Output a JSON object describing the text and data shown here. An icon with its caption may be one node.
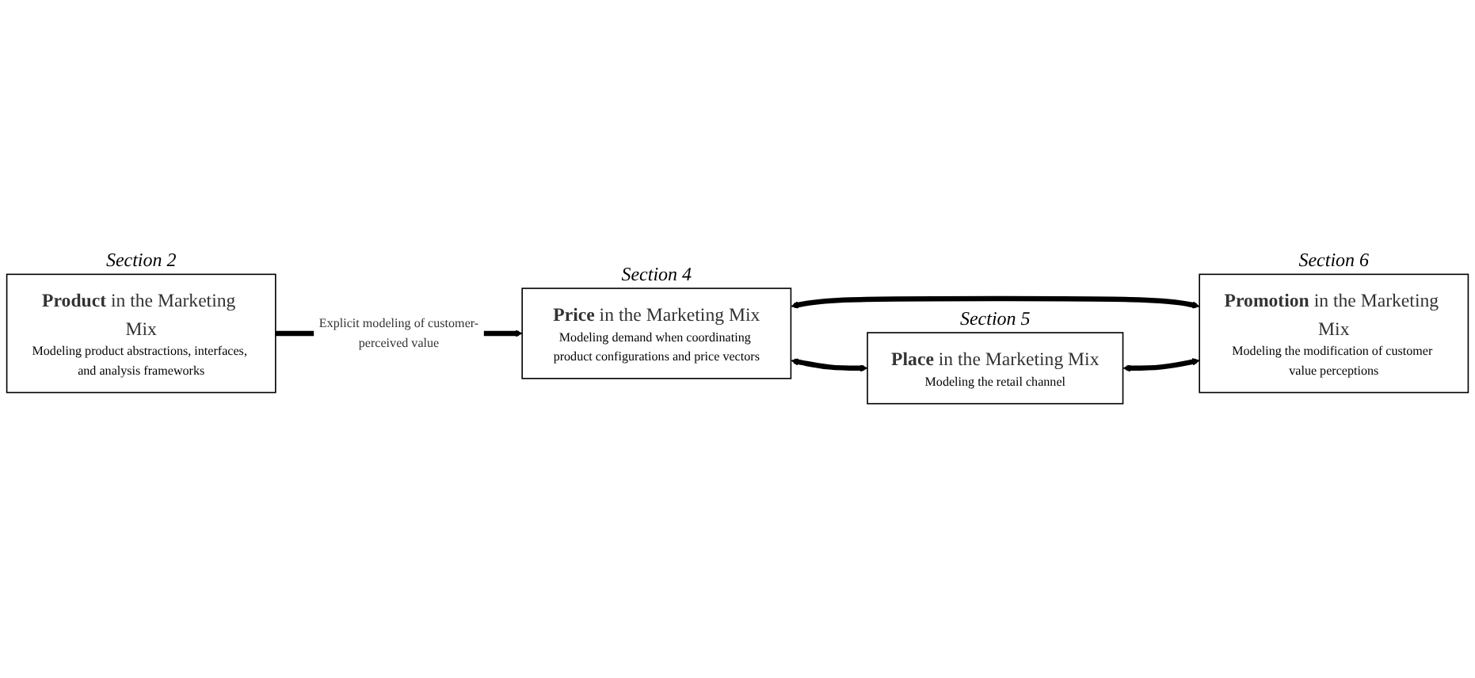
{
  "diagram": {
    "nodes": [
      {
        "text": [
          "**Product** in the Marketing Mix",
          "Modeling product abstractions, interfaces, and analysis frameworks"
        ],
        "beside": [
          "Section 2"
        ]
      },
      {
        "text": [
          "**Price** in the Marketing Mix",
          "Modeling demand when coordinating product configurations and price vectors"
        ],
        "beside": [
          "Section 4"
        ]
      },
      {
        "text": [
          "**Place** in the Marketing Mix",
          "Modeling the retail channel"
        ],
        "beside": [
          "Section 5"
        ]
      },
      {
        "text": [
          "**Promotion** in the Marketing Mix",
          "Modeling the modification of customer value perceptions"
        ],
        "beside": [
          "Section 6"
        ]
      }
    ],
    "edges": [
      {
        "from": 0,
        "to": 1,
        "arrow": "to",
        "label": "Explicit modeling of customer-perceived value"
      },
      {
        "from": 1,
        "to": 2,
        "arrow": "both"
      },
      {
        "from": 1,
        "to": 3,
        "arrow": "both"
      },
      {
        "from": 2,
        "to": 3,
        "arrow": "both"
      }
    ]
  }
}
